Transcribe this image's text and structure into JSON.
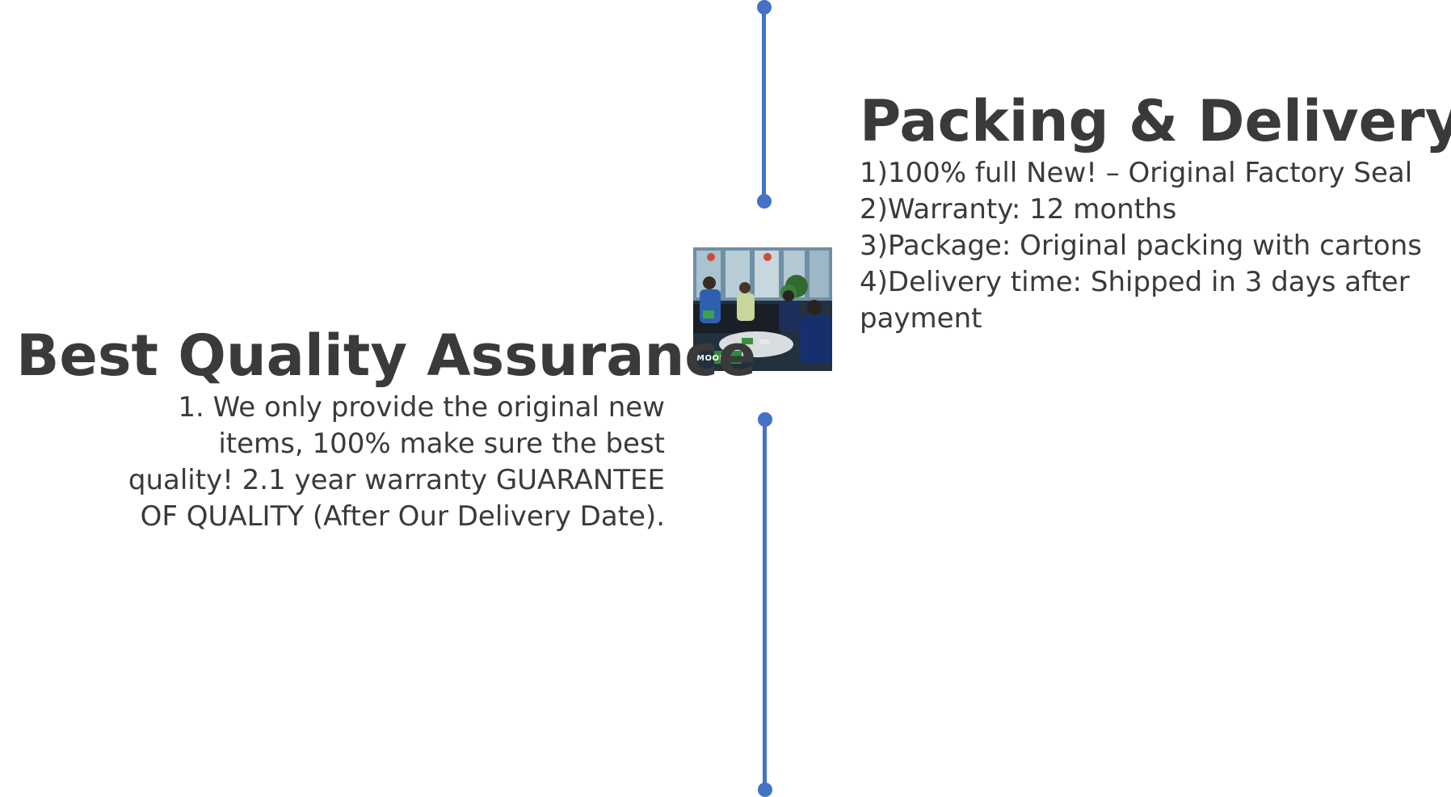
{
  "colors": {
    "accent": "#4472c4",
    "text": "#3a3a3a"
  },
  "packing": {
    "title": "Packing & Delivery",
    "lines": [
      "1)100% full New! – Original Factory Seal",
      "2)Warranty: 12 months",
      "3)Package: Original packing with cartons",
      "4)Delivery time: Shipped in 3 days after payment"
    ]
  },
  "quality": {
    "title": "Best Quality Assurance",
    "paragraph": "1. We only provide the original new items, 100% make sure the best quality! 2.1 year warranty GUARANTEE OF QUALITY (After Our Delivery Date)."
  },
  "photo": {
    "logo_text": "MOORE"
  }
}
